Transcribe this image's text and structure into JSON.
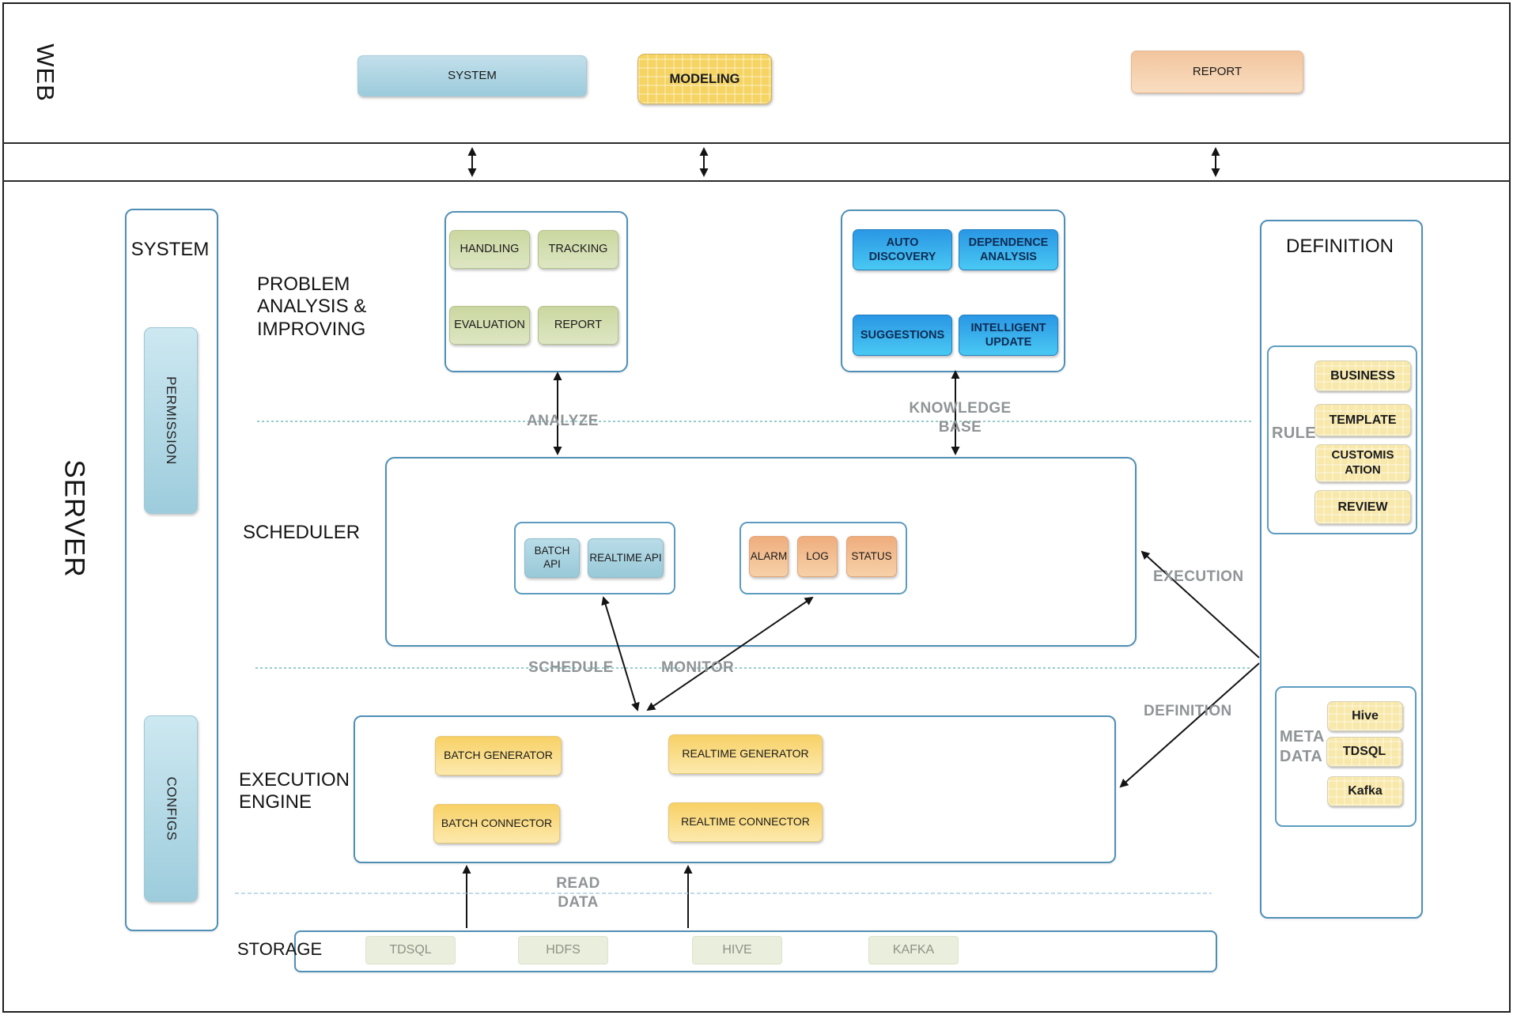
{
  "colors": {
    "panel_border": "#4f8fb5",
    "web_system_fill": "#aed4e2",
    "modeling_fill": "#f5d463",
    "report_fill": "#f5cda6",
    "green_fill": "#d3dfae",
    "blue_gradient_top": "#2a97e4",
    "blue_gradient_bottom": "#49c8f3",
    "peach_fill": "#f2bd92",
    "gold_fill": "#f9d977",
    "rule_yellow_fill": "#f8e8a9",
    "storage_fill": "#eaeedd",
    "dashed_teal": "#74bcbc",
    "dashed_lightblue": "#a9cfe2",
    "relation_label_gray": "#8f9496"
  },
  "web": {
    "label": "WEB",
    "system": "SYSTEM",
    "modeling": "MODELING",
    "report": "REPORT"
  },
  "server": {
    "label": "SERVER"
  },
  "sidebar": {
    "title": "SYSTEM",
    "permission": "PERMISSION",
    "configs": "CONFIGS"
  },
  "problem": {
    "title": "PROBLEM\nANALYSIS &\nIMPROVING",
    "handling": "HANDLING",
    "tracking": "TRACKING",
    "evaluation": "EVALUATION",
    "report": "REPORT"
  },
  "knowledge": {
    "auto_discovery": "AUTO\nDISCOVERY",
    "dependence_analysis": "DEPENDENCE\nANALYSIS",
    "suggestions": "SUGGESTIONS",
    "intelligent_update": "INTELLIGENT\nUPDATE"
  },
  "scheduler": {
    "title": "SCHEDULER",
    "batch_api": "BATCH API",
    "realtime_api": "REALTIME API",
    "alarm": "ALARM",
    "log": "LOG",
    "status": "STATUS"
  },
  "execution": {
    "title": "EXECUTION\nENGINE",
    "batch_generator": "BATCH GENERATOR",
    "batch_connector": "BATCH CONNECTOR",
    "realtime_generator": "REALTIME GENERATOR",
    "realtime_connector": "REALTIME CONNECTOR"
  },
  "storage": {
    "title": "STORAGE",
    "tdsql": "TDSQL",
    "hdfs": "HDFS",
    "hive": "HIVE",
    "kafka": "KAFKA"
  },
  "definition": {
    "title": "DEFINITION",
    "rule_label": "RULE",
    "business": "BUSINESS",
    "template": "TEMPLATE",
    "customisation": "CUSTOMIS\nATION",
    "review": "REVIEW",
    "metadata_label": "META\nDATA",
    "meta_hive": "Hive",
    "meta_tdsql": "TDSQL",
    "meta_kafka": "Kafka"
  },
  "flows": {
    "analyze": "ANALYZE",
    "knowledge_base": "KNOWLEDGE\nBASE",
    "schedule": "SCHEDULE",
    "monitor": "MONITOR",
    "execution": "EXECUTION",
    "definition": "DEFINITION",
    "read_data": "READ\nDATA"
  }
}
